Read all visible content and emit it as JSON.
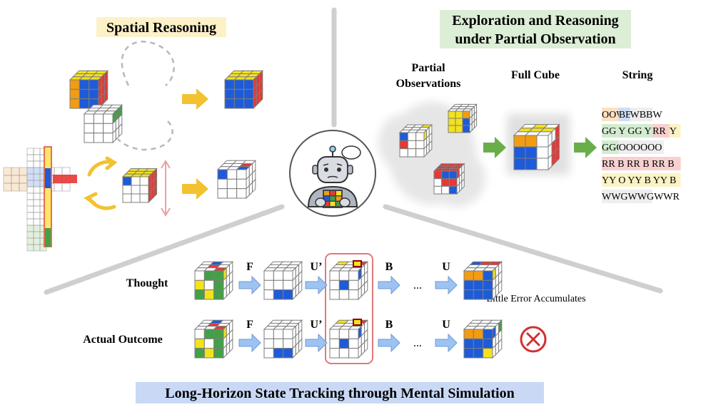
{
  "sections": {
    "spatial": {
      "title": "Spatial Reasoning"
    },
    "exploration": {
      "title_line1": "Exploration and Reasoning",
      "title_line2": "under Partial Observation",
      "col_partial_line1": "Partial",
      "col_partial_line2": "Observations",
      "col_full": "Full Cube",
      "col_string": "String"
    },
    "tracking": {
      "title": "Long-Horizon State Tracking through Mental Simulation",
      "row_thought": "Thought",
      "row_actual": "Actual Outcome",
      "moves": [
        "F",
        "U’",
        "B",
        "U"
      ],
      "ellipsis": "...",
      "error_note": "Little Error Accumulates"
    }
  },
  "cube_string": {
    "lines": [
      [
        {
          "t": "OOW",
          "c": "orange"
        },
        {
          "t": "BB",
          "c": "blue"
        },
        {
          "t": "WBBW",
          "c": "white"
        }
      ],
      [
        {
          "t": "GG Y GG Y",
          "c": "green"
        },
        {
          "t": " RR",
          "c": "red"
        },
        {
          "t": " Y",
          "c": "yellow"
        }
      ],
      [
        {
          "t": "GGG",
          "c": "green"
        },
        {
          "t": "  OOOOOO",
          "c": "white"
        }
      ],
      [
        {
          "t": "RR B RR B RR B",
          "c": "red"
        }
      ],
      [
        {
          "t": "YY O YY B YY B",
          "c": "yellow"
        }
      ],
      [
        {
          "t": "WWGWWGWWR",
          "c": "white"
        }
      ]
    ]
  },
  "colors": {
    "red": "#e53935",
    "blue": "#1e5bd8",
    "yellow": "#f4e21b",
    "green": "#43a047",
    "orange": "#f39c12",
    "white": "#ffffff",
    "grid": "#8a8a8a",
    "title_yellow_bg": "#fdf1c8",
    "title_green_bg": "#dceed6",
    "title_blue_bg": "#c9d9f5",
    "arrow_yellow": "#f2c230",
    "arrow_green": "#6aae4a",
    "arrow_blue": "#9cc3f2",
    "error_red": "#d32f2f",
    "divider": "#c8c8c8"
  },
  "icons": [
    "robot-thinking-icon",
    "cross-circle-icon",
    "rotate-arrows-icon",
    "thought-bubble-icon"
  ]
}
